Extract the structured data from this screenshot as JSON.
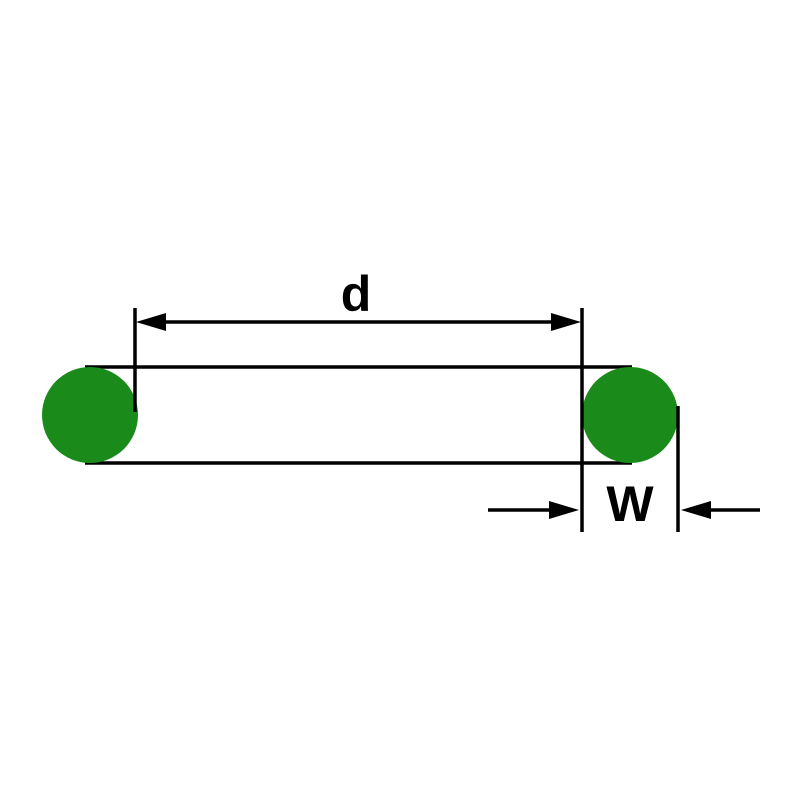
{
  "diagram": {
    "name": "O-ring cross-section dimension diagram",
    "labels": {
      "diameter": "d",
      "width": "W"
    },
    "colors": {
      "ring_fill": "#1a8a1a",
      "line": "#000000",
      "background": "#ffffff",
      "label_text": "#000000"
    }
  }
}
